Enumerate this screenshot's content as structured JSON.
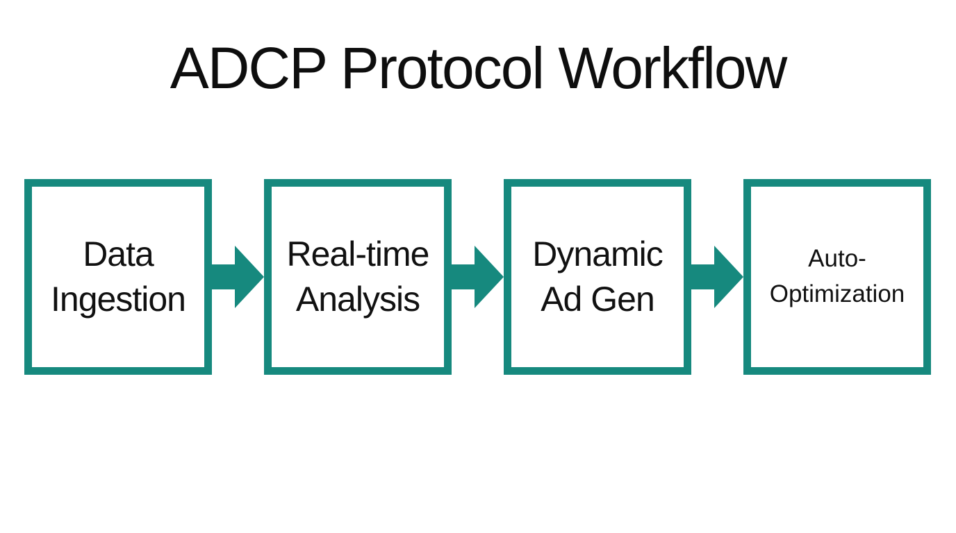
{
  "page": {
    "title": "ADCP Protocol Workflow"
  },
  "workflow": {
    "steps": [
      {
        "id": "data-ingestion",
        "lines": [
          "Data",
          "Ingestion"
        ]
      },
      {
        "id": "real-time-analysis",
        "lines": [
          "Real-time",
          "Analysis"
        ]
      },
      {
        "id": "dynamic-ad-gen",
        "lines": [
          "Dynamic",
          "Ad Gen"
        ]
      },
      {
        "id": "auto-optimization",
        "lines": [
          "Auto-",
          "Optimization"
        ]
      }
    ],
    "connector": "right-arrow"
  },
  "colors": {
    "accent": "#16897E",
    "text": "#111111",
    "title": "#0E0E0E",
    "background": "#FFFFFF"
  }
}
